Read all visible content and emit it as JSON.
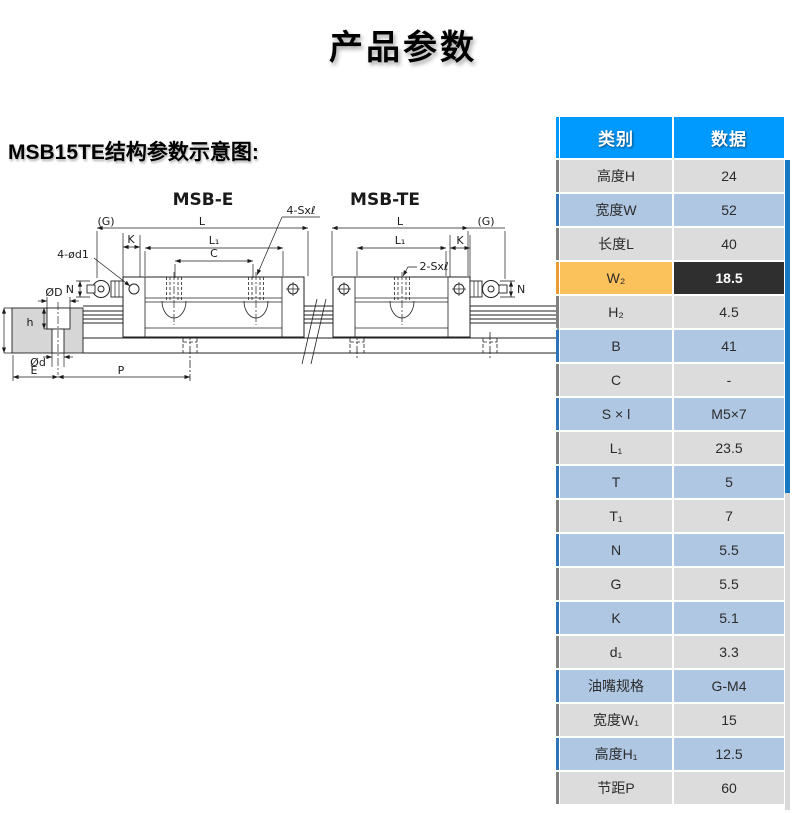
{
  "page": {
    "title": "产品参数",
    "section_heading": "MSB15TE结构参数示意图:"
  },
  "diagram": {
    "labels": {
      "msbE": "MSB-E",
      "msbTE": "MSB-TE",
      "gE": "(G)",
      "kE": "K",
      "lE": "L",
      "l1E": "L₁",
      "c": "C",
      "sxlE": "4-Sxℓ",
      "od1": "4-ød1",
      "nE": "N",
      "odD": "ØD",
      "h": "h",
      "odd": "Ød",
      "e": "E",
      "p": "P",
      "lT": "L",
      "gT": "(G)",
      "kT": "K",
      "l1T": "L₁",
      "sxlT": "2-Sxℓ",
      "nT": "N"
    }
  },
  "table": {
    "headers": [
      "类别",
      "数据"
    ],
    "rows": [
      {
        "category": "高度H",
        "value": "24",
        "style": "gray"
      },
      {
        "category": "宽度W",
        "value": "52",
        "style": "blue"
      },
      {
        "category": "长度L",
        "value": "40",
        "style": "gray"
      },
      {
        "category": "W₂",
        "value": "18.5",
        "style": "highlight"
      },
      {
        "category": "H₂",
        "value": "4.5",
        "style": "gray"
      },
      {
        "category": "B",
        "value": "41",
        "style": "blue"
      },
      {
        "category": "C",
        "value": "-",
        "style": "gray"
      },
      {
        "category": "S × l",
        "value": "M5×7",
        "style": "blue"
      },
      {
        "category": "L₁",
        "value": "23.5",
        "style": "gray"
      },
      {
        "category": "T",
        "value": "5",
        "style": "blue"
      },
      {
        "category": "T₁",
        "value": "7",
        "style": "gray"
      },
      {
        "category": "N",
        "value": "5.5",
        "style": "blue"
      },
      {
        "category": "G",
        "value": "5.5",
        "style": "gray"
      },
      {
        "category": "K",
        "value": "5.1",
        "style": "blue"
      },
      {
        "category": "d₁",
        "value": "3.3",
        "style": "gray"
      },
      {
        "category": "油嘴规格",
        "value": "G-M4",
        "style": "blue"
      },
      {
        "category": "宽度W₁",
        "value": "15",
        "style": "gray"
      },
      {
        "category": "高度H₁",
        "value": "12.5",
        "style": "blue"
      },
      {
        "category": "节距P",
        "value": "60",
        "style": "gray"
      }
    ]
  },
  "colors": {
    "header_blue": "#009AFF",
    "row_gray": "#DCDCDC",
    "row_blue": "#AFC7E3",
    "accent_gray": "#7F7F7F",
    "accent_blue": "#2E75B6",
    "highlight_orange": "#FBC15B",
    "highlight_dark": "#2F2F2F",
    "scrollbar_thumb_blue": "#1778C2",
    "scrollbar_track_gray": "#D9D9D9"
  }
}
